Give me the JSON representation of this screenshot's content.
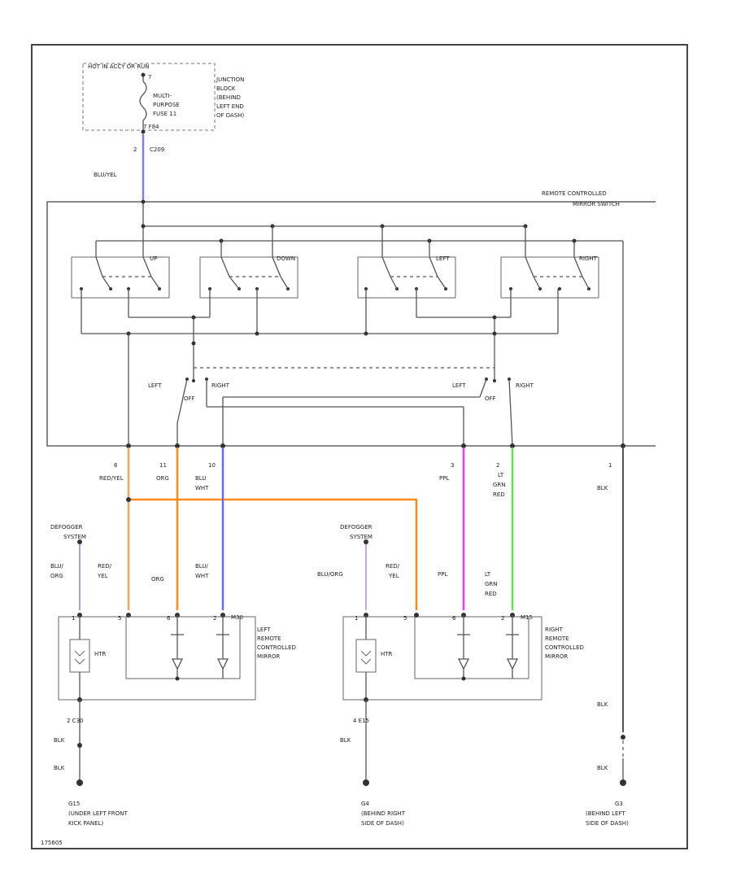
{
  "diagram": {
    "fuse_block": {
      "header": "HOT IN ACCY OR RUN",
      "terminal_top": "7",
      "fuse_name": [
        "MULTI-",
        "PURPOSE",
        "FUSE 11"
      ],
      "terminal_bottom": "7 F84",
      "location": [
        "JUNCTION",
        "BLOCK",
        "(BEHIND",
        "LEFT END",
        "OF DASH)"
      ]
    },
    "connector_top": {
      "pin": "2",
      "id": "C209"
    },
    "wire_top": "BLU/YEL",
    "switch_assembly": {
      "title": [
        "REMOTE CONTROLLED",
        "MIRROR SWITCH"
      ]
    },
    "switch_labels": [
      "UP",
      "DOWN",
      "LEFT",
      "RIGHT"
    ],
    "selector_left": {
      "left": "LEFT",
      "off": "OFF",
      "right": "RIGHT"
    },
    "selector_right": {
      "left": "LEFT",
      "off": "OFF",
      "right": "RIGHT"
    },
    "pins": [
      {
        "num": "6",
        "wire": [
          "RED/YEL"
        ]
      },
      {
        "num": "11",
        "wire": [
          "ORG"
        ]
      },
      {
        "num": "10",
        "wire": [
          "BLU",
          "WHT"
        ]
      },
      {
        "num": "3",
        "wire": [
          "PPL"
        ]
      },
      {
        "num": "2",
        "wire": [
          "LT",
          "GRN",
          "RED"
        ]
      },
      {
        "num": "1",
        "wire": [
          "BLK"
        ]
      }
    ],
    "left_mirror": {
      "defogger": [
        "DEFOGGER",
        "SYSTEM"
      ],
      "wire_def": [
        "BLU/",
        "ORG"
      ],
      "wire_red": [
        "RED/",
        "YEL"
      ],
      "wire_org": "ORG",
      "wire_blu": [
        "BLU/",
        "WHT"
      ],
      "htr": "HTR",
      "connector": "M30",
      "pins": [
        "1",
        "5",
        "6",
        "2"
      ],
      "label": [
        "LEFT",
        "REMOTE",
        "CONTROLLED",
        "MIRROR"
      ],
      "bottom_connector": "2 C30",
      "ground_wire1": "BLK",
      "ground_wire2": "BLK",
      "ground_id": "G15",
      "ground_location": [
        "(UNDER LEFT FRONT",
        "KICK PANEL)"
      ]
    },
    "right_mirror": {
      "defogger": [
        "DEFOGGER",
        "SYSTEM"
      ],
      "wire_def": "BLU/ORG",
      "wire_red": [
        "RED/",
        "YEL"
      ],
      "wire_ppl": "PPL",
      "wire_grn": [
        "LT",
        "GRN",
        "RED"
      ],
      "htr": "HTR",
      "connector": "M15",
      "pins": [
        "1",
        "5",
        "6",
        "2"
      ],
      "label": [
        "RIGHT",
        "REMOTE",
        "CONTROLLED",
        "MIRROR"
      ],
      "bottom_connector": "4 E15",
      "ground_wire": "BLK",
      "ground_id": "G4",
      "ground_location": [
        "(BEHIND RIGHT",
        "SIDE OF DASH)"
      ]
    },
    "right_ground": {
      "wire1": "BLK",
      "wire2": "BLK",
      "ground_id": "G3",
      "ground_location": [
        "(BEHIND LEFT",
        "SIDE OF DASH)"
      ]
    },
    "footer_id": "175605"
  },
  "colors": {
    "wire_blu_yel": "#8080e0",
    "wire_red_yel": "#f4a460",
    "wire_org": "#ff8c1a",
    "wire_blu_wht": "#6a6af2",
    "wire_ppl": "#ff33ff",
    "wire_lt_grn_red": "#66e055",
    "wire_blu_org": "#b89bd8",
    "wire_blu_org_r": "#c8a8d8",
    "wire_blk": "#555555"
  }
}
